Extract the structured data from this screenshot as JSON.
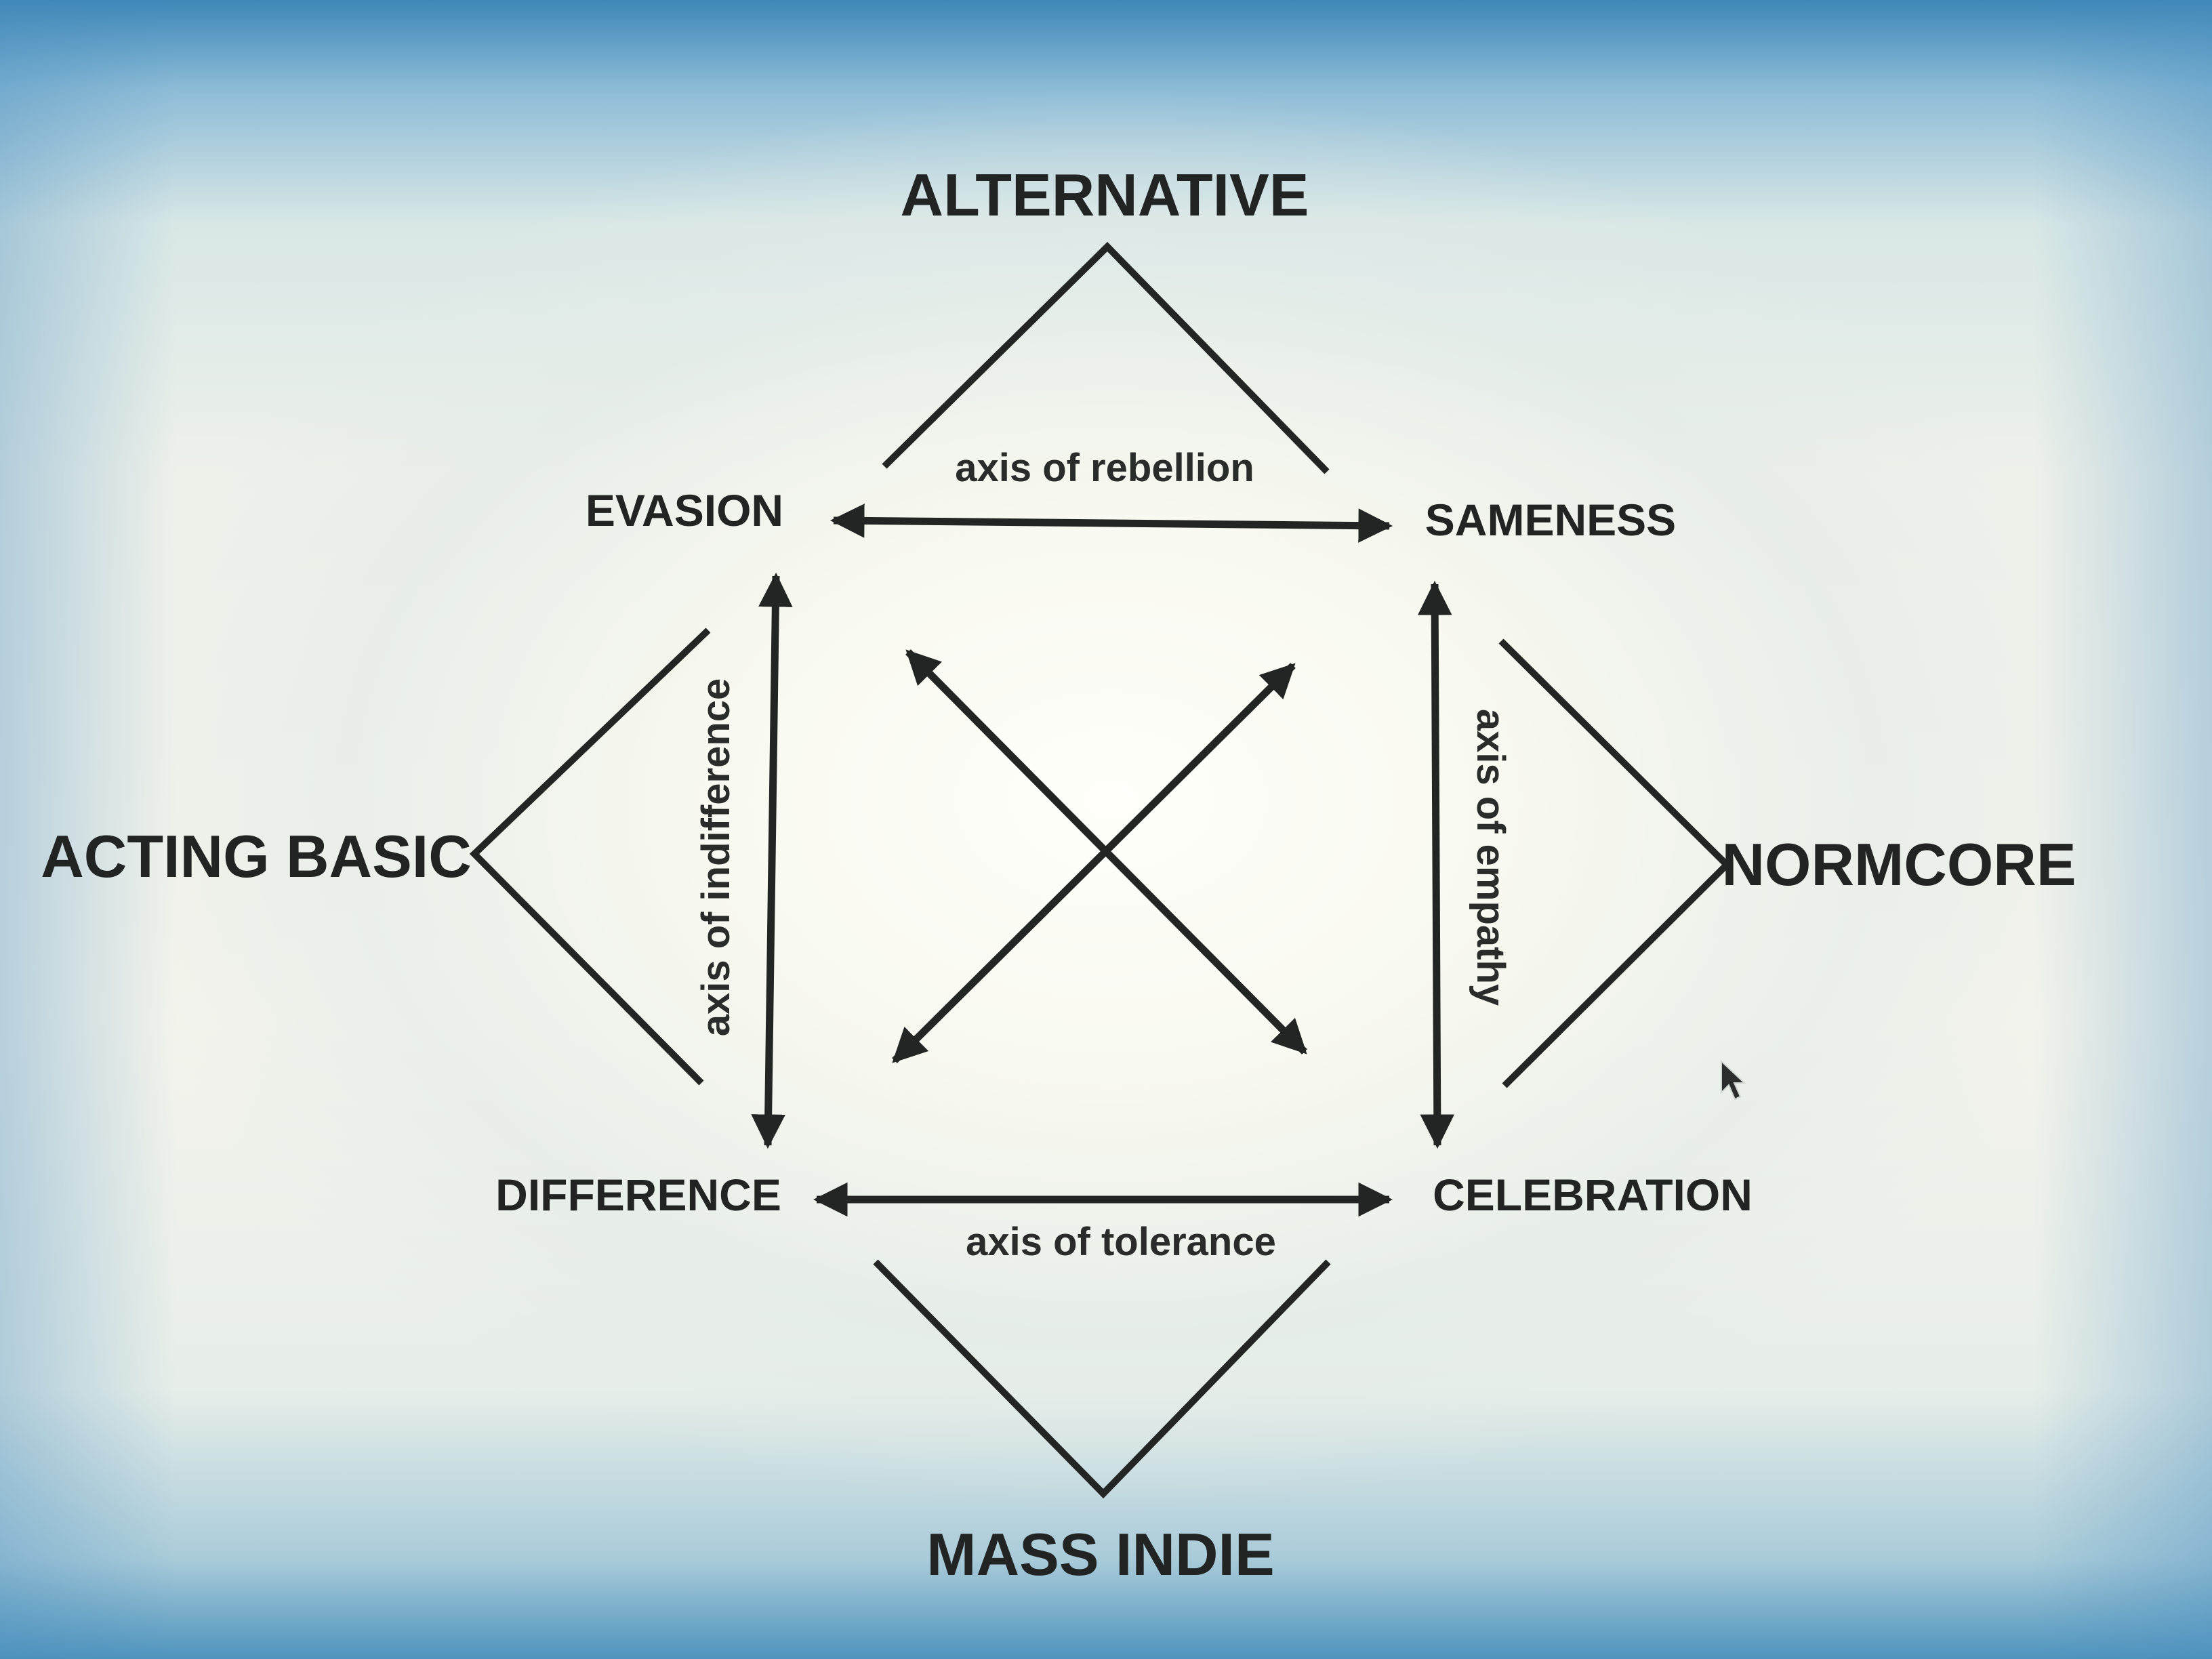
{
  "nodes": {
    "alternative": "ALTERNATIVE",
    "evasion": "EVASION",
    "sameness": "SAMENESS",
    "acting_basic": "ACTING BASIC",
    "normcore": "NORMCORE",
    "difference": "DIFFERENCE",
    "celebration": "CELEBRATION",
    "mass_indie": "MASS INDIE"
  },
  "axes": {
    "rebellion": "axis of rebellion",
    "indifference": "axis of indifference",
    "empathy": "axis of empathy",
    "tolerance": "axis of tolerance"
  },
  "colors": {
    "ink": "#232525",
    "paper": "#f4f4ec",
    "screen_edge": "#3d87b8"
  }
}
